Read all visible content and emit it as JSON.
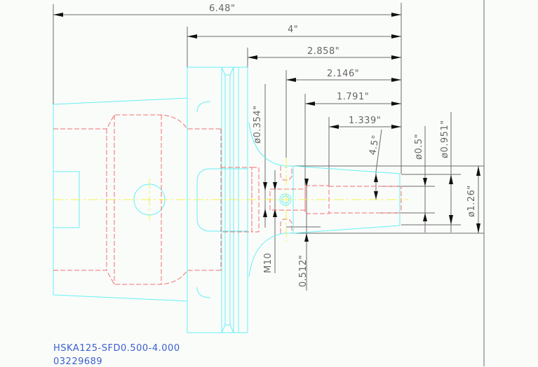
{
  "dimensions": {
    "overall_length": "6.48\"",
    "gauge_length": "4\"",
    "nose_length": "2.858\"",
    "length_2": "2.146\"",
    "length_3": "1.791\"",
    "bore_depth": "1.339\"",
    "coolant_dia": "ø0.354\"",
    "thread": "M10",
    "screw_offset": "0.512\"",
    "taper_angle": "4.5°",
    "bore_dia": "ø0.5\"",
    "nose_tip_dia": "ø0.951\"",
    "nose_base_dia": "ø1.26\""
  },
  "title_block": {
    "part_name": "HSKA125-SFD0.500-4.000",
    "part_number": "03229689"
  },
  "colors": {
    "outline": "#66f0f4",
    "hidden": "#f07070",
    "center": "#f2f250",
    "dimension": "#6a6a6a",
    "caption": "#3b5fd0"
  }
}
